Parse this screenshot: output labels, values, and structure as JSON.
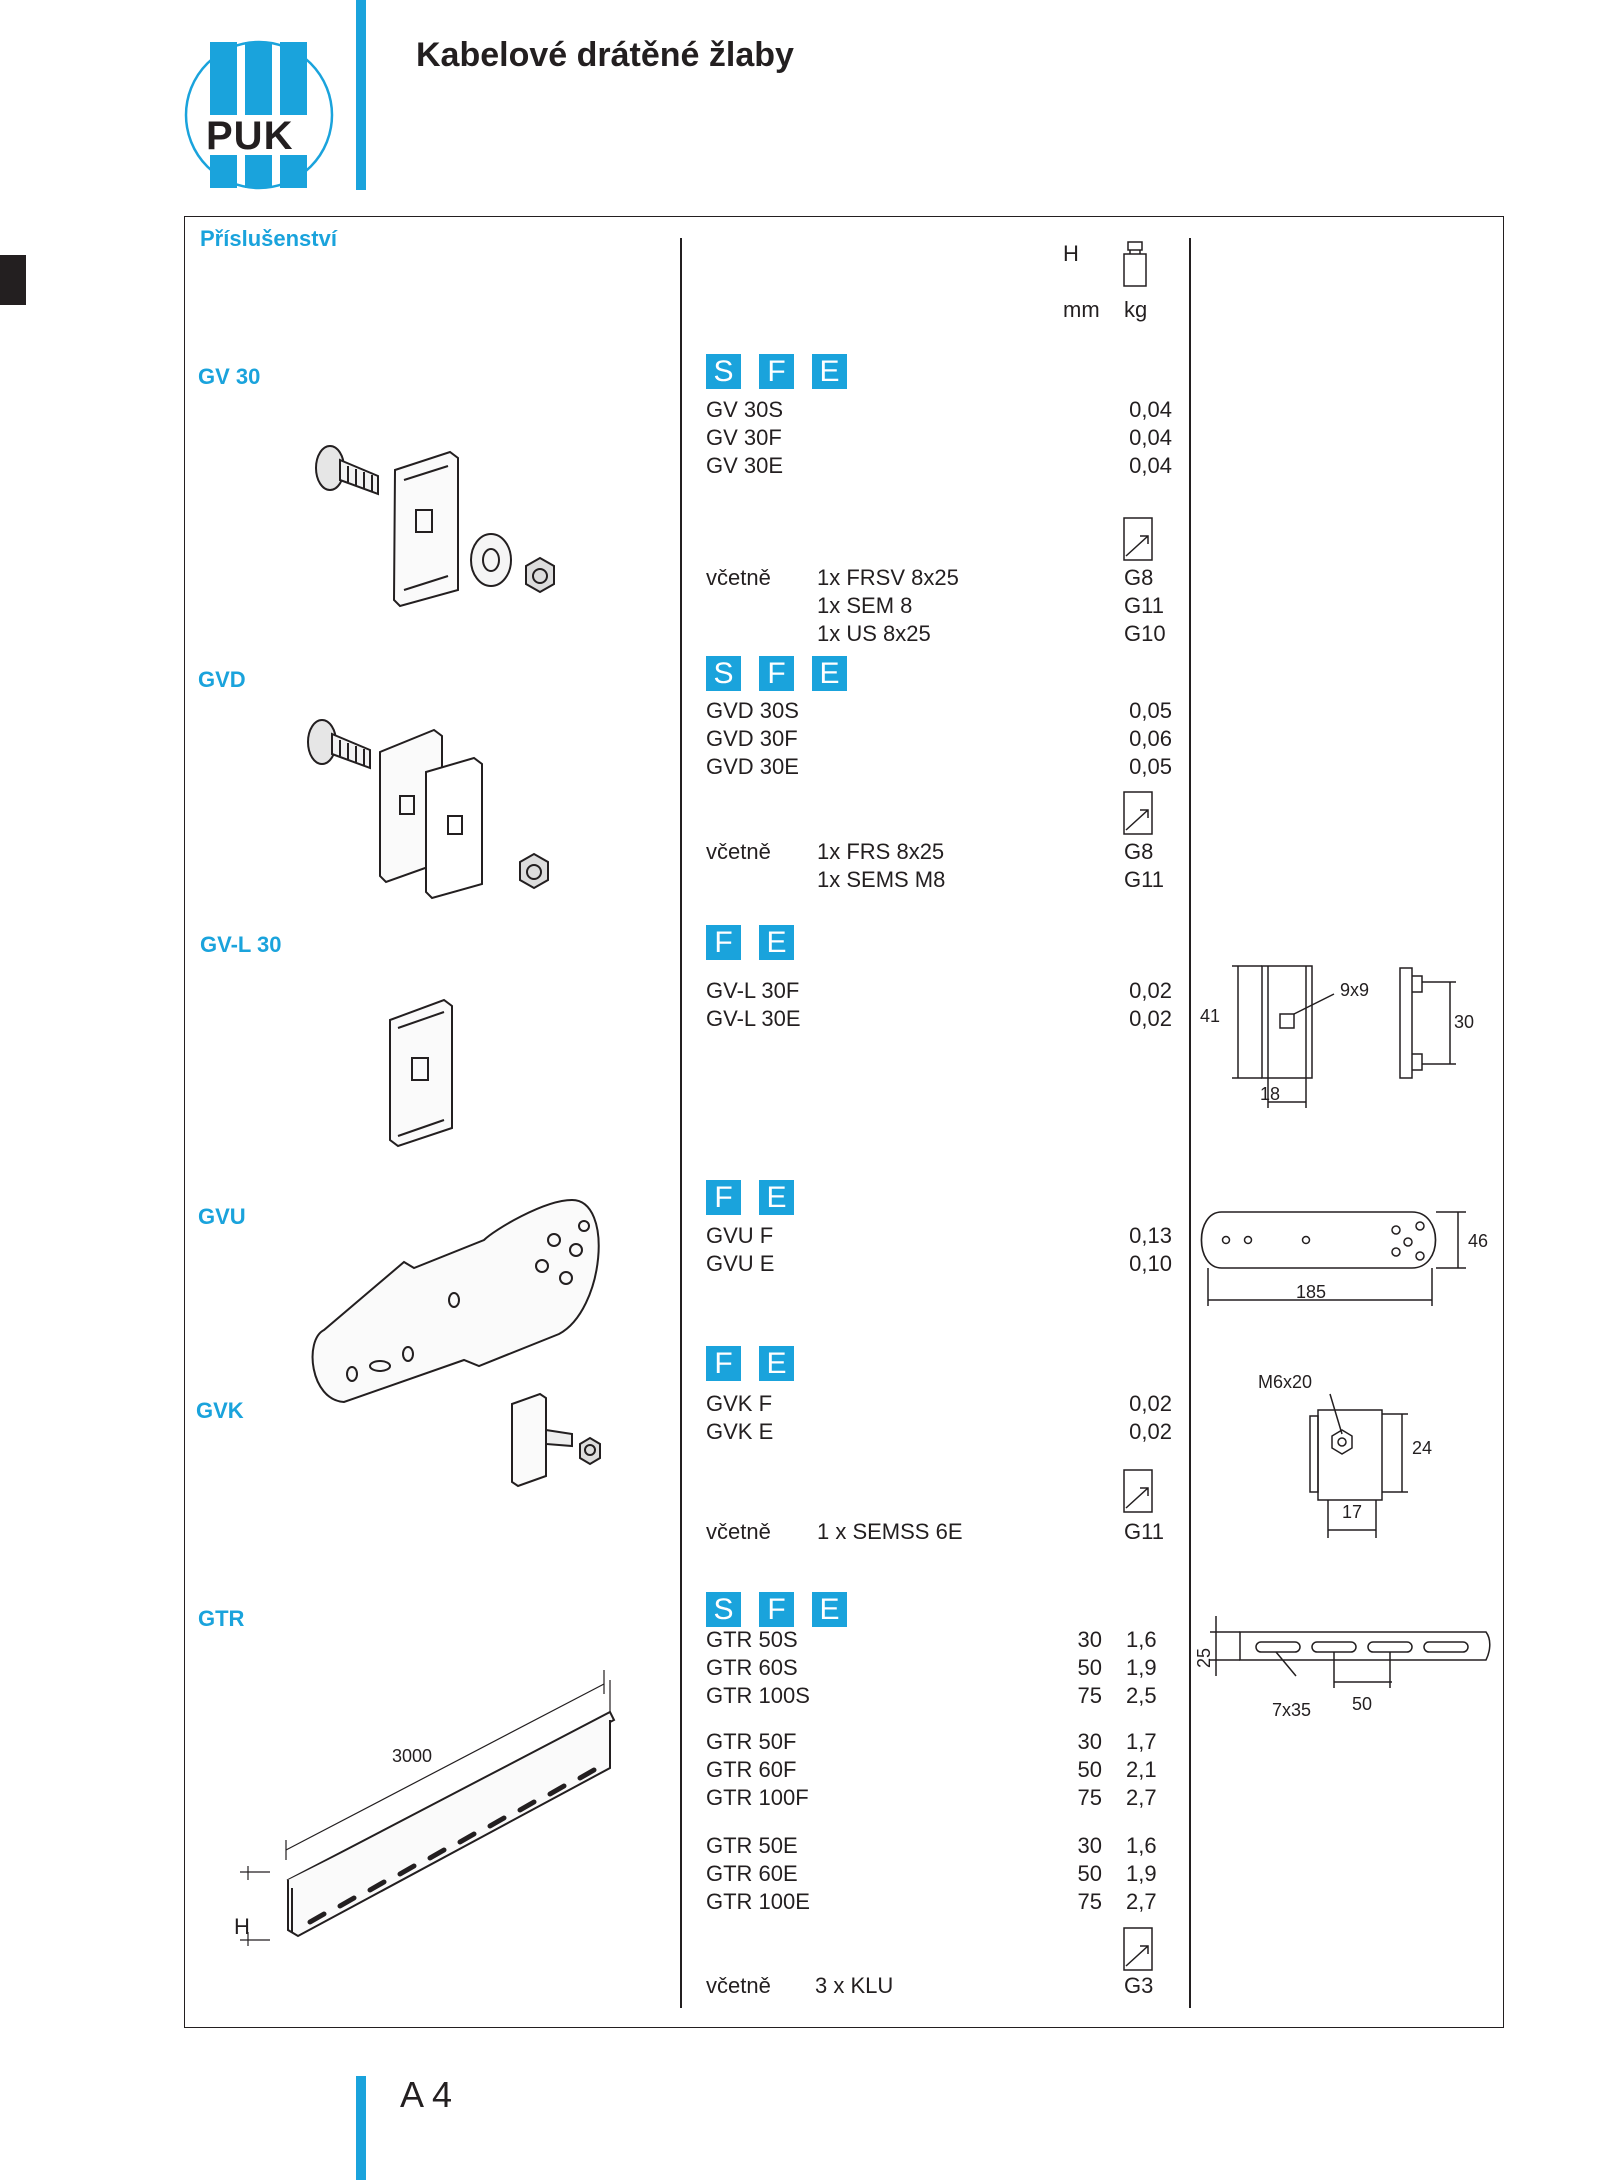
{
  "header": {
    "title": "Kabelové drátěné žlaby",
    "logo_text": "PUK"
  },
  "section_title": "Příslušenství",
  "column_headers": {
    "h": "H",
    "mm": "mm",
    "kg": "kg"
  },
  "icons": {
    "weight": "weight-icon",
    "ref": "catalog-reference-icon"
  },
  "colors": {
    "accent": "#1aa3dc",
    "text": "#231f20"
  },
  "products": [
    {
      "name": "GV 30",
      "chips": [
        "S",
        "F",
        "E"
      ],
      "items": [
        {
          "code": "GV 30S",
          "h": "",
          "kg": "0,04"
        },
        {
          "code": "GV 30F",
          "h": "",
          "kg": "0,04"
        },
        {
          "code": "GV 30E",
          "h": "",
          "kg": "0,04"
        }
      ],
      "incl_label": "včetně",
      "includes": [
        {
          "text": "1x FRSV 8x25",
          "ref": "G8"
        },
        {
          "text": "1x SEM 8",
          "ref": "G11"
        },
        {
          "text": "1x US 8x25",
          "ref": "G10"
        }
      ]
    },
    {
      "name": "GVD",
      "chips": [
        "S",
        "F",
        "E"
      ],
      "items": [
        {
          "code": "GVD 30S",
          "h": "",
          "kg": "0,05"
        },
        {
          "code": "GVD 30F",
          "h": "",
          "kg": "0,06"
        },
        {
          "code": "GVD 30E",
          "h": "",
          "kg": "0,05"
        }
      ],
      "incl_label": "včetně",
      "includes": [
        {
          "text": "1x FRS 8x25",
          "ref": "G8"
        },
        {
          "text": "1x SEMS M8",
          "ref": "G11"
        }
      ]
    },
    {
      "name": "GV-L 30",
      "chips": [
        "F",
        "E"
      ],
      "items": [
        {
          "code": "GV-L 30F",
          "h": "",
          "kg": "0,02"
        },
        {
          "code": "GV-L 30E",
          "h": "",
          "kg": "0,02"
        }
      ],
      "dims": [
        "41",
        "9x9",
        "18",
        "30"
      ]
    },
    {
      "name": "GVU",
      "chips": [
        "F",
        "E"
      ],
      "items": [
        {
          "code": "GVU F",
          "h": "",
          "kg": "0,13"
        },
        {
          "code": "GVU E",
          "h": "",
          "kg": "0,10"
        }
      ],
      "dims": [
        "46",
        "185"
      ]
    },
    {
      "name": "GVK",
      "chips": [
        "F",
        "E"
      ],
      "items": [
        {
          "code": "GVK F",
          "h": "",
          "kg": "0,02"
        },
        {
          "code": "GVK E",
          "h": "",
          "kg": "0,02"
        }
      ],
      "incl_label": "včetně",
      "includes": [
        {
          "text": "1 x SEMSS 6E",
          "ref": "G11"
        }
      ],
      "dims": [
        "M6x20",
        "24",
        "17"
      ]
    },
    {
      "name": "GTR",
      "chips": [
        "S",
        "F",
        "E"
      ],
      "items": [
        {
          "code": "GTR 50S",
          "h": "30",
          "kg": "1,6"
        },
        {
          "code": "GTR 60S",
          "h": "50",
          "kg": "1,9"
        },
        {
          "code": "GTR 100S",
          "h": "75",
          "kg": "2,5"
        },
        {
          "code": "GTR 50F",
          "h": "30",
          "kg": "1,7"
        },
        {
          "code": "GTR 60F",
          "h": "50",
          "kg": "2,1"
        },
        {
          "code": "GTR 100F",
          "h": "75",
          "kg": "2,7"
        },
        {
          "code": "GTR 50E",
          "h": "30",
          "kg": "1,6"
        },
        {
          "code": "GTR 60E",
          "h": "50",
          "kg": "1,9"
        },
        {
          "code": "GTR 100E",
          "h": "75",
          "kg": "2,7"
        }
      ],
      "incl_label": "včetně",
      "includes": [
        {
          "text": "3 x KLU",
          "ref": "G3"
        }
      ],
      "dims": [
        "3000",
        "H",
        "25",
        "7x35",
        "50"
      ]
    }
  ],
  "page_number": "A 4"
}
